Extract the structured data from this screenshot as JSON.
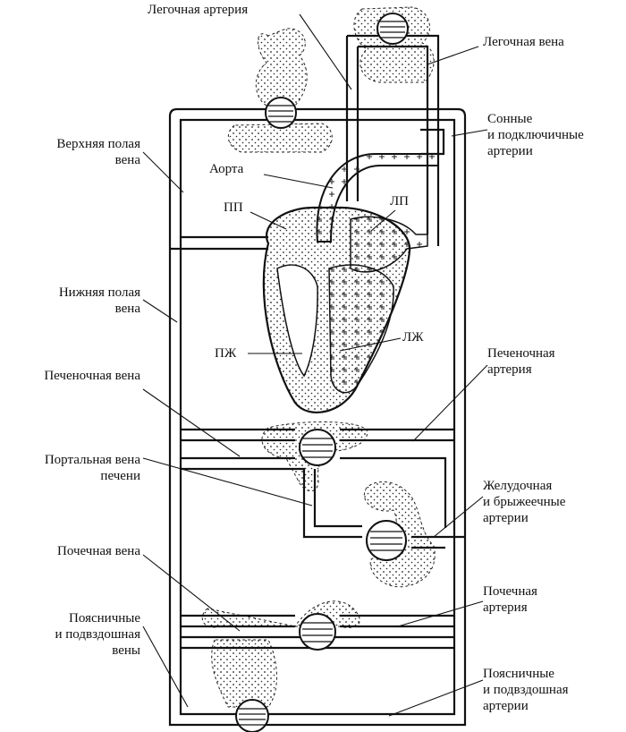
{
  "labels": {
    "pulmonary_artery": "Легочная артерия",
    "pulmonary_vein": "Легочная вена",
    "carotid_1": "Сонные",
    "carotid_2": "и подключичные",
    "carotid_3": "артерии",
    "svc_1": "Верхняя полая",
    "svc_2": "вена",
    "aorta": "Аорта",
    "pp": "ПП",
    "lp": "ЛП",
    "ivc_1": "Нижняя полая",
    "ivc_2": "вена",
    "pzh": "ПЖ",
    "lzh": "ЛЖ",
    "hepatic_artery_1": "Печеночная",
    "hepatic_artery_2": "артерия",
    "hepatic_vein": "Печеночная вена",
    "portal_vein_1": "Портальная вена",
    "portal_vein_2": "печени",
    "gastric_1": "Желудочная",
    "gastric_2": "и брыжеечные",
    "gastric_3": "артерии",
    "renal_vein": "Почечная вена",
    "renal_artery_1": "Почечная",
    "renal_artery_2": "артерия",
    "lumbar_veins_1": "Поясничные",
    "lumbar_veins_2": "и подвздошная",
    "lumbar_veins_3": "вены",
    "lumbar_arteries_1": "Поясничные",
    "lumbar_arteries_2": "и подвздошная",
    "lumbar_arteries_3": "артерии"
  },
  "colors": {
    "line": "#111111",
    "paper": "#ffffff",
    "stipple": "#222222"
  }
}
